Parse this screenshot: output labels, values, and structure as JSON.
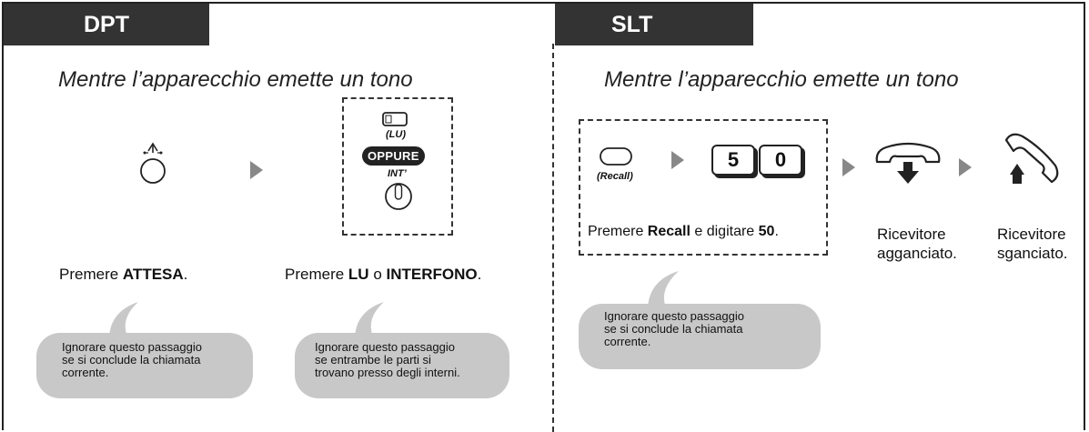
{
  "left": {
    "tab": "DPT",
    "subtitle": "Mentre l’apparecchio emette un tono",
    "step1": {
      "pre": "Premere ",
      "bold": "ATTESA",
      "post": "."
    },
    "step2": {
      "pre": "Premere ",
      "bold1": "LU",
      "mid": " o ",
      "bold2": "INTERFONO",
      "post": "."
    },
    "keys": {
      "lu": "(LU)",
      "or": "OPPURE",
      "int": "INT’"
    },
    "note1": [
      "Ignorare questo passaggio",
      "se si conclude la chiamata",
      "corrente."
    ],
    "note2": [
      "Ignorare questo passaggio",
      "se entrambe le parti si",
      "trovano presso degli interni."
    ]
  },
  "right": {
    "tab": "SLT",
    "subtitle": "Mentre l’apparecchio emette un tono",
    "recall_label": "(Recall)",
    "digits": [
      "5",
      "0"
    ],
    "step1": {
      "pre": "Premere ",
      "bold1": "Recall",
      "mid": " e digitare ",
      "bold2": "50",
      "post": "."
    },
    "hang_up": [
      "Ricevitore",
      "agganciato."
    ],
    "pick_up": [
      "Ricevitore",
      "sganciato."
    ],
    "note": [
      "Ignorare questo passaggio",
      "se si conclude la chiamata",
      "corrente."
    ]
  },
  "colors": {
    "tab_bg": "#333333",
    "bubble": "#c8c8c8",
    "arrow": "#888888"
  },
  "icons": [
    "hold-icon",
    "lu-key-icon",
    "intercom-icon",
    "recall-icon",
    "handset-down-icon",
    "handset-up-icon",
    "arrow-right-icon"
  ]
}
